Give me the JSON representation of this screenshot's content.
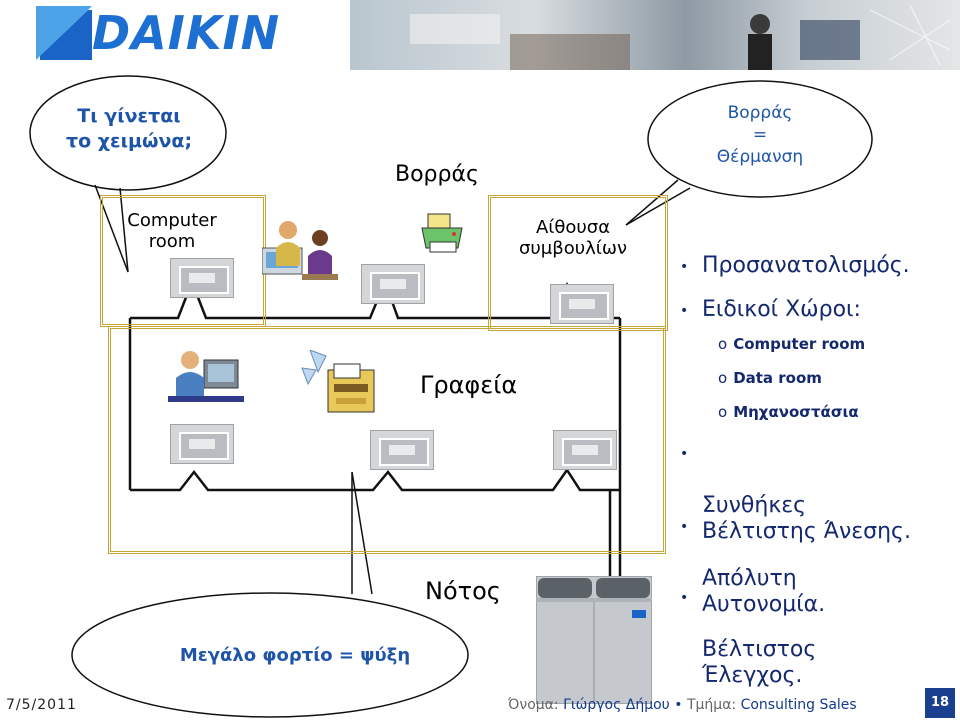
{
  "header": {
    "logo": "DAIKIN"
  },
  "plan": {
    "north_label": "Βορράς",
    "south_label": "Νότος",
    "offices_label": "Γραφεία",
    "computer_room_label": "Computer\nroom",
    "meeting_room_label": "Αίθουσα\nσυμβουλίων"
  },
  "callouts": {
    "winter": "Τι γίνεται\nτο χειμώνα;",
    "north_heating": "Βορράς\n=\nΘέρμανση",
    "big_load": "Μεγάλο φορτίο = ψύξη"
  },
  "bullets": {
    "orientation": "Προσανατολισμός.",
    "special_spaces": "Ειδικοί Χώροι:",
    "sub_items": [
      "Computer room",
      "Data room",
      "Μηχανοστάσια"
    ],
    "sub_marker": "o",
    "comfort": "Συνθήκες\nΒέλτιστης Άνεσης.",
    "autonomy": "Απόλυτη\nΑυτονομία.",
    "control": "Βέλτιστος\nΈλεγχος."
  },
  "footer": {
    "date": "7/5/2011",
    "name_key": "Όνομα:",
    "name_value": "Γιώργος Δήμου",
    "separator": "•",
    "dept_key": "Τμήμα:",
    "dept_value": "Consulting Sales",
    "page": "18"
  },
  "colors": {
    "brand_blue": "#1d6fd1",
    "wall_gold": "#c8a537",
    "bullet_navy": "#14286e",
    "callout_blue": "#1f55a8"
  },
  "icons": [
    "daikin-logo-icon",
    "cassette-unit-icon",
    "outdoor-unit-icon",
    "printer-icon",
    "fax-icon",
    "office-workers-icon",
    "office-worker-icon"
  ]
}
